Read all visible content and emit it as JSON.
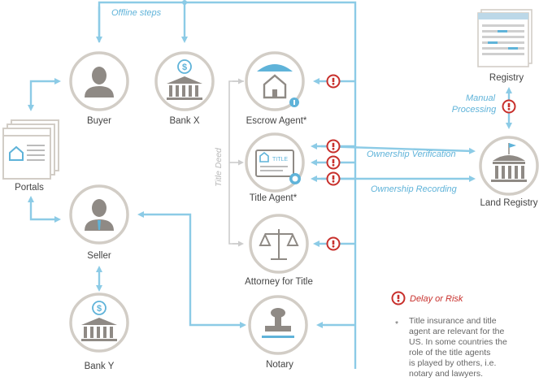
{
  "nodes": {
    "buyer": "Buyer",
    "bank_x": "Bank X",
    "escrow_agent": "Escrow Agent*",
    "title_agent": "Title Agent*",
    "attorney": "Attorney for Title",
    "portals": "Portals",
    "seller": "Seller",
    "bank_y": "Bank Y",
    "notary": "Notary",
    "registry": "Registry",
    "land_registry": "Land Registry"
  },
  "labels": {
    "offline_steps": "Offline steps",
    "title_deed": "Title Deed",
    "manual_processing_1": "Manual",
    "manual_processing_2": "Processing",
    "ownership_verification": "Ownership Verification",
    "ownership_recording": "Ownership Recording",
    "title_card": "TITLE"
  },
  "legend": {
    "delay_or_risk": "Delay or Risk",
    "asterisk": "*",
    "note_lines": [
      "Title insurance and title",
      "agent are relevant for the",
      "US. In some countries the",
      "role of the title agents",
      "is played by others, i.e.",
      "notary and lawyers."
    ]
  },
  "colors": {
    "connector": "#8ccbe6",
    "risk": "#c8302c",
    "ring": "#d2cdc6",
    "icon": "#8f8a85"
  }
}
